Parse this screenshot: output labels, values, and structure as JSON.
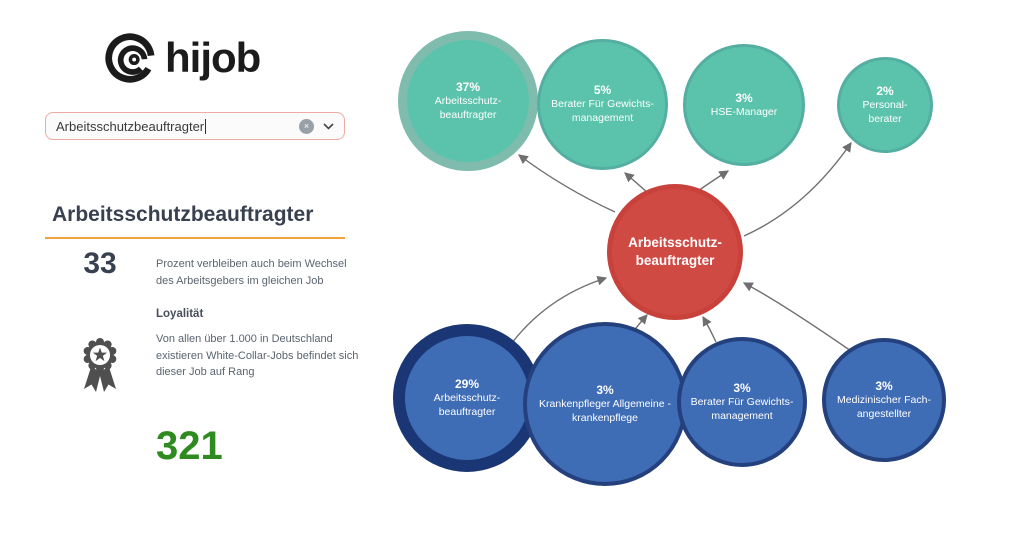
{
  "brand": {
    "logo_text": "hijob",
    "logo_icon": "hijob-spiral-logo-icon"
  },
  "search": {
    "value": "Arbeitsschutzbeauftragter",
    "clear_icon": "circle-x-icon",
    "dropdown_icon": "chevron-down-icon",
    "border_color": "#F0AAA3"
  },
  "job_panel": {
    "title": "Arbeitsschutzbeauftragter",
    "underline_color": "#F2A33C",
    "retention": {
      "value": "33",
      "description": "Prozent verbleiben auch beim Wechsel des Arbeitsgebers im gleichen Job",
      "label": "Loyalität"
    },
    "rank": {
      "icon": "rosette-badge-icon",
      "description": "Von allen über 1.000 in Deutschland existieren White-Collar-Jobs befindet sich dieser Job auf Rang",
      "value": "321",
      "value_color": "#2F8B1F"
    }
  },
  "chart_data": {
    "type": "bubble-network",
    "colors": {
      "next_jobs": "#5BC3AC",
      "previous_jobs": "#3E6CB5",
      "current_job": "#D04A44",
      "arrow": "#6F6F6F"
    },
    "center_job": {
      "name_line1": "Arbeitsschutz-",
      "name_line2": "beauftragter"
    },
    "next_jobs": [
      {
        "percent": "37%",
        "name_line1": "Arbeitsschutz-",
        "name_line2": "beauftragter",
        "highlighted": true
      },
      {
        "percent": "5%",
        "name_line1": "Berater Für Gewichts-",
        "name_line2": "management"
      },
      {
        "percent": "3%",
        "name_line1": "HSE-Manager",
        "name_line2": ""
      },
      {
        "percent": "2%",
        "name_line1": "Personal-",
        "name_line2": "berater"
      }
    ],
    "previous_jobs": [
      {
        "percent": "29%",
        "name_line1": "Arbeitsschutz-",
        "name_line2": "beauftragter",
        "highlighted": true
      },
      {
        "percent": "3%",
        "name_line1": "Krankenpfleger Allgemeine -",
        "name_line2": "krankenpflege"
      },
      {
        "percent": "3%",
        "name_line1": "Berater Für Gewichts-",
        "name_line2": "management"
      },
      {
        "percent": "3%",
        "name_line1": "Medizinischer Fach-",
        "name_line2": "angestellter"
      }
    ],
    "links": [
      {
        "from": "previous_jobs.0",
        "to": "center"
      },
      {
        "from": "previous_jobs.1",
        "to": "center"
      },
      {
        "from": "previous_jobs.2",
        "to": "center"
      },
      {
        "from": "previous_jobs.3",
        "to": "center"
      },
      {
        "from": "center",
        "to": "next_jobs.0"
      },
      {
        "from": "center",
        "to": "next_jobs.1"
      },
      {
        "from": "center",
        "to": "next_jobs.2"
      },
      {
        "from": "center",
        "to": "next_jobs.3"
      }
    ]
  }
}
